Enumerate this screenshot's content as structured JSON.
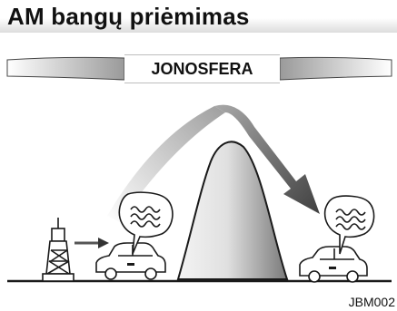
{
  "title": "AM bangų priėmimas",
  "layer_label": "JONOSFERA",
  "figure_code": "JBM002",
  "icons": [
    "antenna-tower-icon",
    "car-icon",
    "speech-bubble-icon",
    "mountain-icon",
    "radio-wave-arrow-icon"
  ]
}
